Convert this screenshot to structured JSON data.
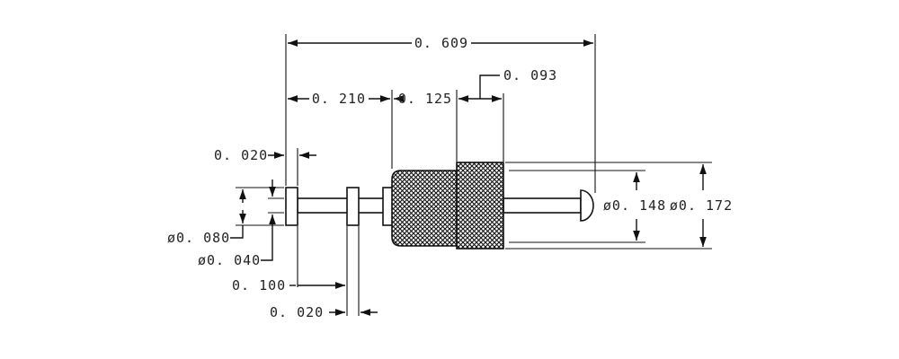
{
  "dimensions": {
    "overall_length": "0. 609",
    "length_a": "0. 210",
    "length_b": "0. 125",
    "length_c": "0. 093",
    "collar_width": "0. 020",
    "pitch": "0. 100",
    "collar_width_2": "0. 020",
    "dia_collar": "ø0. 080",
    "dia_shank": "ø0. 040",
    "dia_tip": "ø0. 148",
    "dia_body": "ø0. 172"
  },
  "colors": {
    "line": "#111111",
    "background": "#ffffff"
  }
}
